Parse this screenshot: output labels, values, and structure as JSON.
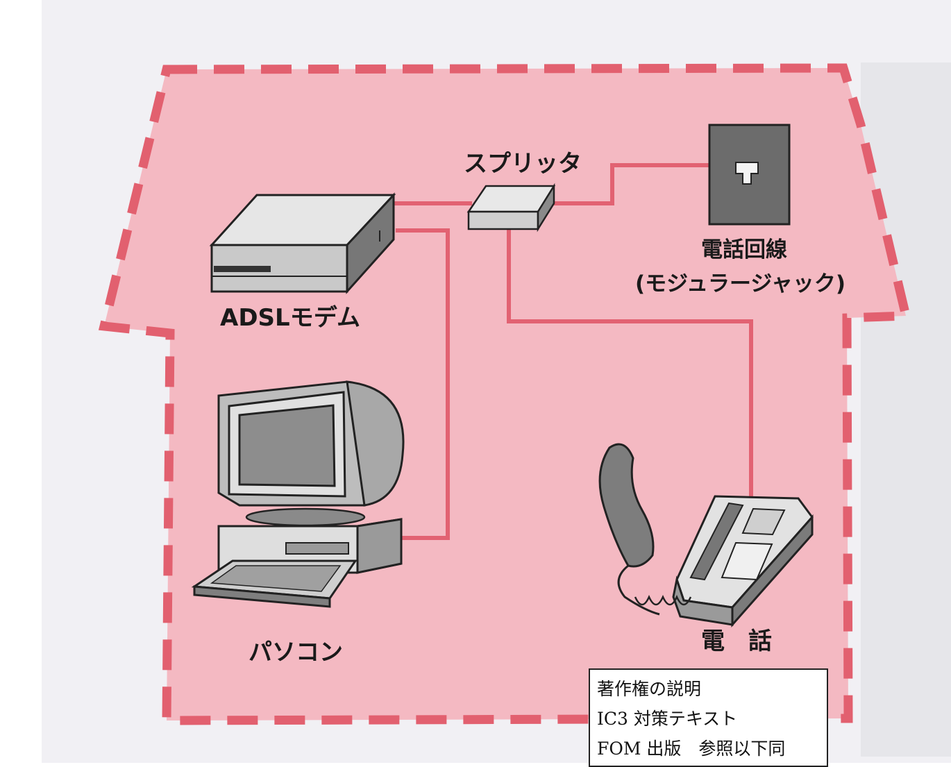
{
  "labels": {
    "splitter": "スプリッタ",
    "phone_line": "電話回線",
    "modular_jack": "(モジュラージャック)",
    "adsl_modem": "ADSLモデム",
    "pc": "パソコン",
    "telephone": "電　話"
  },
  "copyright_note": {
    "line1": "著作権の説明",
    "line2": "IC3 対策テキスト",
    "line3": "FOM 出版　参照以下同"
  },
  "colors": {
    "house_fill": "#f4b9c2",
    "dash_border": "#e2606f",
    "cable": "#e26272",
    "device_dark": "#6f6f6f",
    "device_light": "#e4e4e4"
  }
}
